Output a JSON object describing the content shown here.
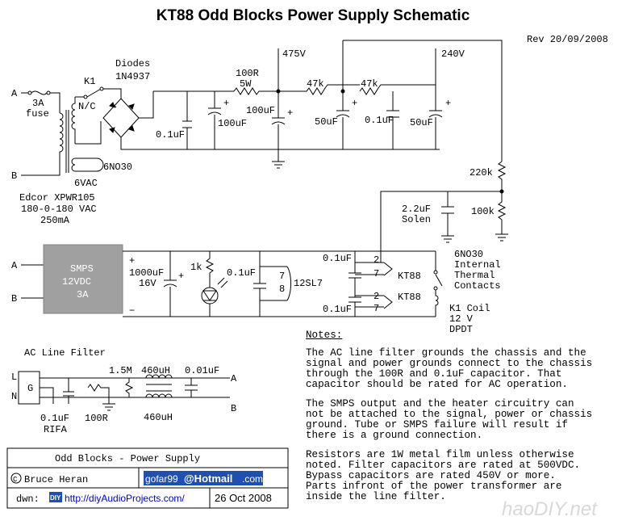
{
  "title": "KT88 Odd Blocks Power Supply Schematic",
  "revision": "Rev 20/09/2008",
  "power_section": {
    "terminal_a": "A",
    "terminal_b": "B",
    "fuse_rating": "3A",
    "fuse_label": "fuse",
    "relay_contact": "K1",
    "relay_nc": "N/C",
    "diodes_label": "Diodes",
    "diodes_part": "1N4937",
    "cap_01uf": "0.1uF",
    "cap_100uf_a": "100uF",
    "res_100r": "100R",
    "res_5w": "5W",
    "cap_100uf_b": "100uF",
    "rail_475": "475V",
    "rail_240": "240V",
    "res_47k_a": "47k",
    "res_47k_b": "47k",
    "cap_50uf_a": "50uF",
    "cap_01uf_b": "0.1uF",
    "cap_50uf_b": "50uF",
    "heater_tap": "6NO30",
    "heater_v": "6VAC",
    "transformer_name": "Edcor XPWR105",
    "transformer_volts": "180-0-180 VAC",
    "transformer_ma": "250mA",
    "res_220k": "220k",
    "res_100k": "100k",
    "cap_solen_val": "2.2uF",
    "cap_solen_name": "Solen"
  },
  "heater_section": {
    "terminal_a": "A",
    "terminal_b": "B",
    "smps_name": "SMPS",
    "smps_v": "12VDC",
    "smps_a": "3A",
    "plus": "+",
    "minus": "−",
    "cap_1000": "1000uF",
    "cap_16v": "16V",
    "res_1k": "1k",
    "cap_01": "0.1uF",
    "pin7": "7",
    "pin8": "8",
    "tube_12sl7": "12SL7",
    "cap_01_top": "0.1uF",
    "cap_01_bot": "0.1uF",
    "pin2a": "2",
    "pin7a": "7",
    "pin2b": "2",
    "pin7b": "7",
    "kt88_a": "KT88",
    "kt88_b": "KT88",
    "thermal_1": "6NO30",
    "thermal_2": "Internal",
    "thermal_3": "Thermal",
    "thermal_4": "Contacts",
    "coil_1": "K1 Coil",
    "coil_2": "12 V",
    "coil_3": "DPDT"
  },
  "line_filter": {
    "title": "AC Line Filter",
    "l": "L",
    "g": "G",
    "n": "N",
    "res_15m": "1.5M",
    "ind_a": "460uH",
    "cap_001": "0.01uF",
    "ind_b": "460uH",
    "cap_01": "0.1uF",
    "res_100r": "100R",
    "rifa": "RIFA",
    "out_a": "A",
    "out_b": "B"
  },
  "notes": {
    "heading": "Notes:",
    "p1": "The AC line filter grounds the chassis and the\nsignal and power grounds connect to the chassis\nthrough the 100R and 0.1uF capacitor.  That\ncapacitor should be rated for AC operation.",
    "p2": "The SMPS output and the heater circuitry can\nnot be attached to the signal, power or chassis\nground.  Tube or SMPS failure will result if\nthere is a ground connection.",
    "p3": "Resistors are 1W metal film unless otherwise\nnoted.  Filter capacitors are rated at 500VDC.\nBypass capacitors are rated 450V or more.\nParts infront of the power transformer are\ninside the line filter."
  },
  "title_block": {
    "project": "Odd Blocks - Power Supply",
    "copyright_symbol": "C",
    "author": "Bruce Heran",
    "email_user": "gofar99",
    "email_domain": "@Hotmail",
    "email_tld": ".com",
    "dwn_label": "dwn:",
    "diy_badge": "DIY",
    "url": "http://diyAudioProjects.com/",
    "date": "26 Oct 2008"
  },
  "watermark": "haoDIY.net",
  "colors": {
    "badge_blue": "#1f4fb0",
    "smps_gray": "#a0a0a0",
    "link_blue": "#0000cc"
  }
}
